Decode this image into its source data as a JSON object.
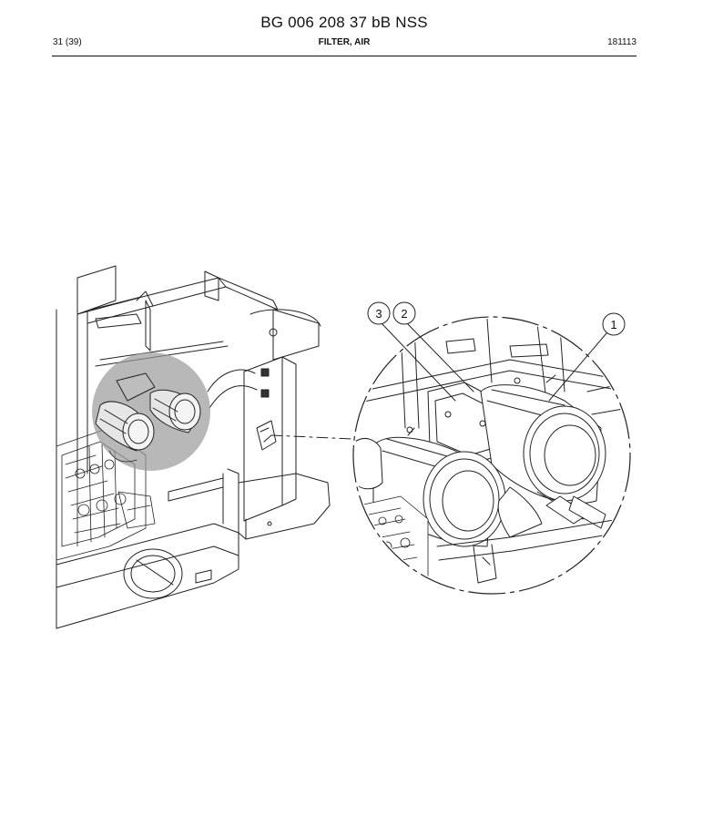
{
  "header": {
    "doc_number": "BG 006 208 37 bB NSS",
    "page": "31 (39)",
    "section_title": "FILTER, AIR",
    "doc_date": "181113"
  },
  "figure": {
    "callouts": [
      "1",
      "2",
      "3"
    ]
  }
}
